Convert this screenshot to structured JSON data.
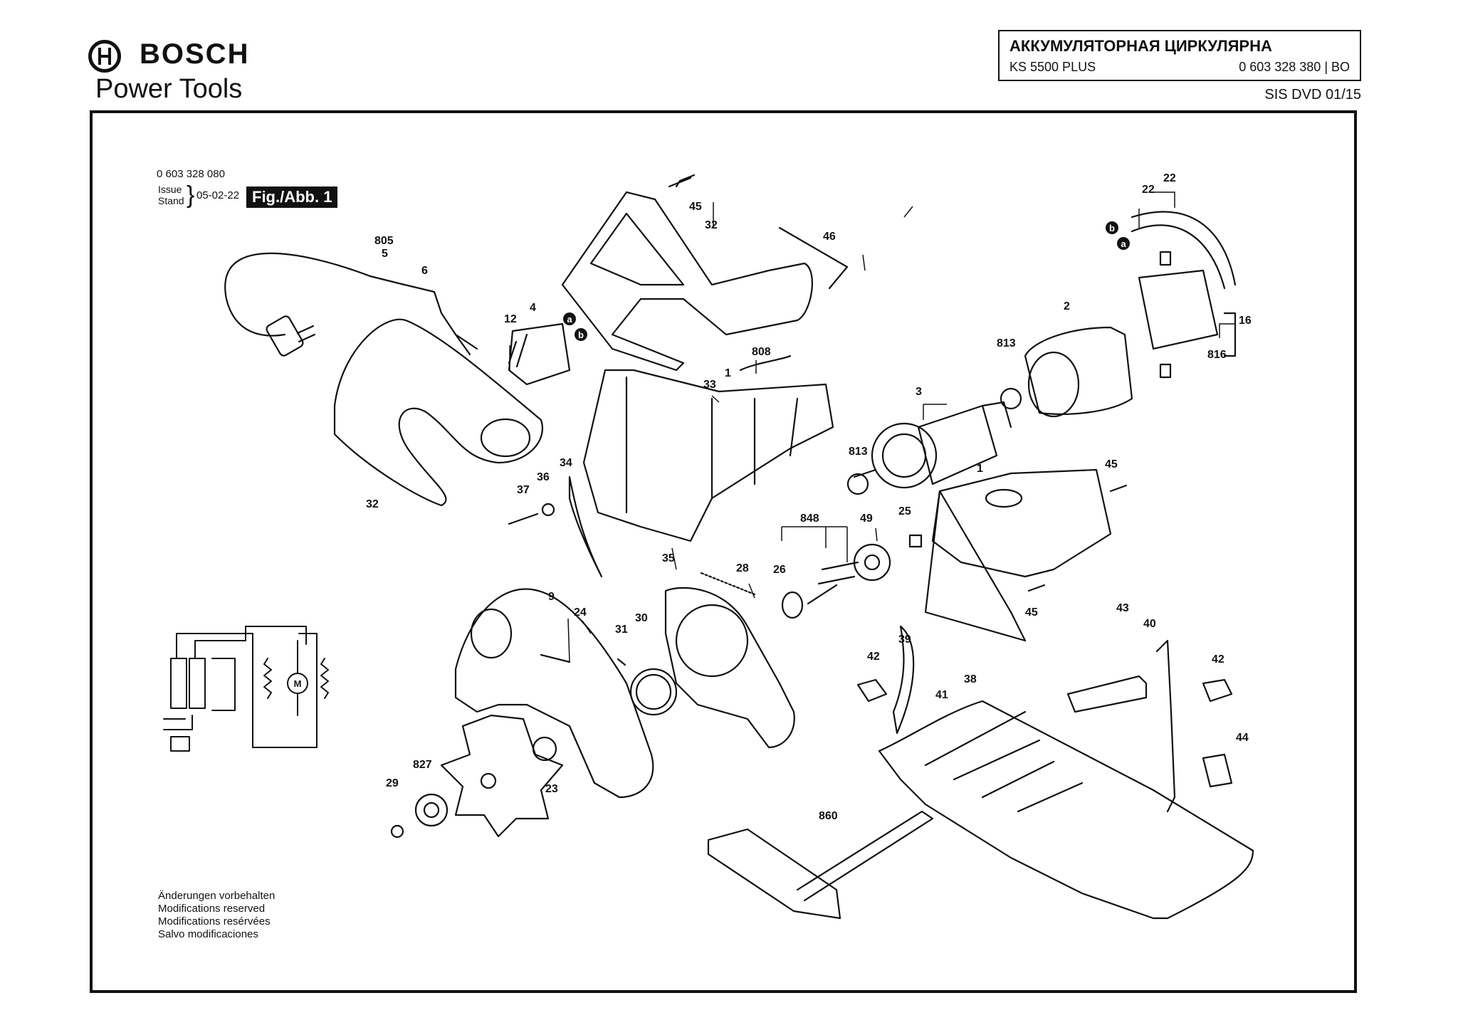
{
  "header": {
    "brand": "BOSCH",
    "division": "Power Tools",
    "doc_title": "АККУМУЛЯТОРНАЯ ЦИРКУЛЯРНА",
    "model": "KS 5500 PLUS",
    "part_number": "0 603 328 380 | BO",
    "revision": "SIS DVD 01/15"
  },
  "info": {
    "machine_number": "0 603 328 080",
    "issue_label_1": "Issue",
    "issue_label_2": "Stand",
    "issue_date": "05-02-22",
    "figure_label": "Fig./Abb. 1"
  },
  "notes": [
    "Änderungen vorbehalten",
    "Modifications reserved",
    "Modifications resérvées",
    "Salvo modificaciones"
  ],
  "colors": {
    "ink": "#111111",
    "paper": "#ffffff",
    "shade": "#cfcfcf"
  },
  "callouts": {
    "p45a": "45",
    "p32a": "32",
    "p46": "46",
    "p22a": "22",
    "p22b": "22",
    "p805": "805",
    "p5": "5",
    "p6": "6",
    "p4": "4",
    "p12": "12",
    "p808": "808",
    "p1a": "1",
    "p33": "33",
    "p3": "3",
    "p813a": "813",
    "p2": "2",
    "p16": "16",
    "p816": "816",
    "p813b": "813",
    "p1b": "1",
    "p45b": "45",
    "p32b": "32",
    "p34": "34",
    "p36": "36",
    "p37": "37",
    "p848": "848",
    "p49": "49",
    "p25": "25",
    "p35": "35",
    "p28": "28",
    "p26": "26",
    "p45c": "45",
    "p9": "9",
    "p24": "24",
    "p31": "31",
    "p30": "30",
    "p43": "43",
    "p40": "40",
    "p42a": "42",
    "p39": "39",
    "p42b": "42",
    "p38": "38",
    "p41": "41",
    "p44": "44",
    "p827": "827",
    "p29": "29",
    "p23": "23",
    "p860": "860"
  },
  "markers": {
    "a": "a",
    "b": "b"
  },
  "schematic": {
    "motor_label": "M"
  }
}
